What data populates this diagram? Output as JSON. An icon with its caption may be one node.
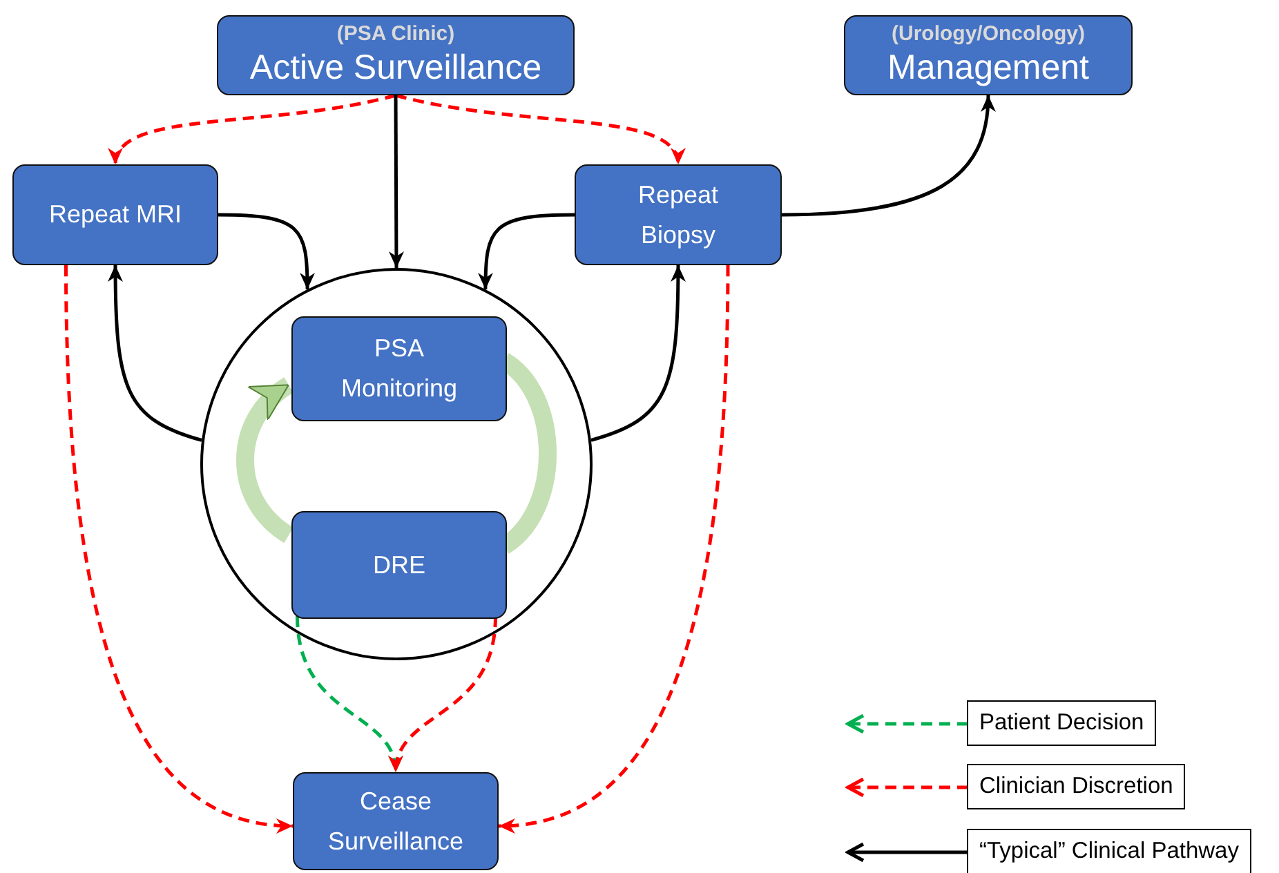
{
  "diagram": {
    "nodes": [
      {
        "text": [
          "(PSA Clinic)",
          "Active Surveillance"
        ]
      },
      {
        "text": [
          "(Urology/Oncology)",
          "Management"
        ]
      },
      {
        "text": [
          "Repeat MRI"
        ]
      },
      {
        "text": [
          "Repeat Biopsy"
        ]
      },
      {
        "text": [],
        "shape": "circle"
      },
      {
        "text": [
          "PSA Monitoring"
        ],
        "in": 4
      },
      {
        "text": [
          "DRE"
        ],
        "in": 4
      },
      {
        "text": [
          "Cease Surveillance"
        ]
      }
    ],
    "edges": [
      {
        "from": 0,
        "to": 2,
        "arrow": "to",
        "style": "dashed",
        "color": "#ff0000"
      },
      {
        "from": 0,
        "to": 3,
        "arrow": "to",
        "style": "dashed",
        "color": "#ff0000"
      },
      {
        "from": 0,
        "to": 4,
        "arrow": "to"
      },
      {
        "from": 2,
        "to": 4,
        "arrow": "to"
      },
      {
        "from": 3,
        "to": 4,
        "arrow": "to"
      },
      {
        "from": 4,
        "to": 2,
        "arrow": "to"
      },
      {
        "from": 4,
        "to": 3,
        "arrow": "to"
      },
      {
        "from": 3,
        "to": 1,
        "arrow": "to"
      },
      {
        "from": 2,
        "to": 7,
        "arrow": "to",
        "style": "dashed",
        "color": "#ff0000"
      },
      {
        "from": 3,
        "to": 7,
        "arrow": "to",
        "style": "dashed",
        "color": "#ff0000"
      },
      {
        "from": 6,
        "to": 7,
        "arrow": "to",
        "style": "dashed",
        "color": "#00b050"
      },
      {
        "from": 6,
        "to": 7,
        "arrow": "to",
        "style": "dashed",
        "color": "#ff0000"
      },
      {
        "from": 6,
        "to": 5,
        "arrow": "to",
        "style": "thick",
        "color": "#c5e0b4"
      },
      {
        "from": 5,
        "to": 6,
        "arrow": "none",
        "style": "thick",
        "color": "#c5e0b4"
      }
    ],
    "legend": [
      {
        "text": "Patient Decision"
      },
      {
        "text": "Clinician Discretion"
      },
      {
        "text": "“Typical” Clinical Pathway"
      }
    ]
  }
}
